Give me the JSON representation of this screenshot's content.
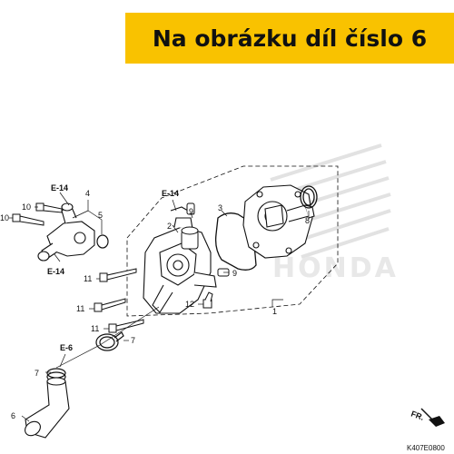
{
  "banner": {
    "text": "Na obrázku díl číslo 6",
    "background": "#f9c200"
  },
  "diagram": {
    "ref_labels": {
      "e14_top_left": "E-14",
      "e14_bottom_left": "E-14",
      "e14_center": "E-14",
      "e6": "E-6"
    },
    "part_numbers": {
      "p1": "1",
      "p2": "2",
      "p3": "3",
      "p4": "4",
      "p5": "5",
      "p6": "6",
      "p7a": "7",
      "p7b": "7",
      "p8": "8",
      "p9a": "9",
      "p9b": "9",
      "p10a": "10",
      "p10b": "10",
      "p11a": "11",
      "p11b": "11",
      "p11c": "11",
      "p12": "12"
    },
    "front_label": "FR.",
    "drawing_code": "K407E0800",
    "watermark": "HONDA",
    "line_color": "#111111"
  }
}
